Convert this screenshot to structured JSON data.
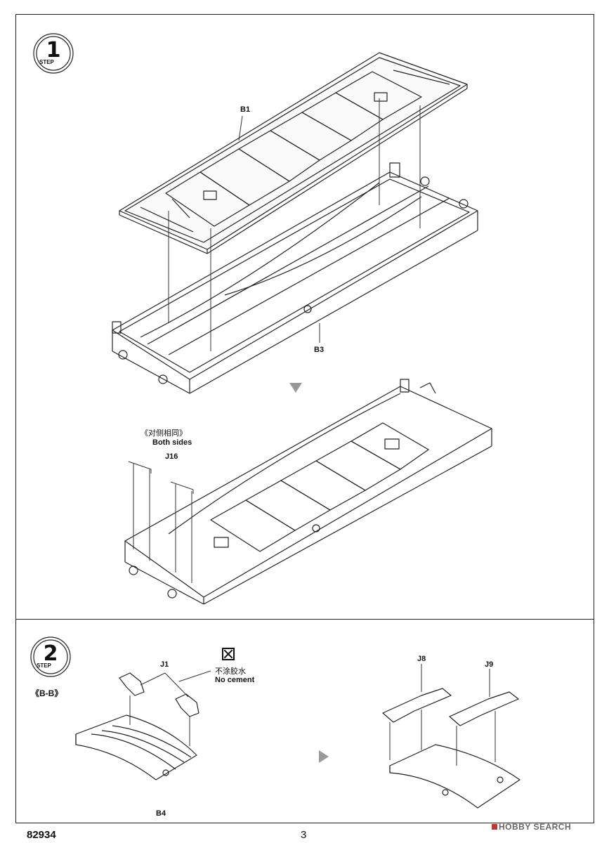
{
  "page": {
    "code": "82934",
    "number": "3"
  },
  "step1": {
    "number": "1",
    "word": "STEP",
    "parts": {
      "b1": "B1",
      "b3": "B3",
      "j16": "J16"
    },
    "both_sides_cn": "《对侧相同》",
    "both_sides_en": "Both sides"
  },
  "step2": {
    "number": "2",
    "word": "STEP",
    "view_label": "《B-B》",
    "parts": {
      "j1": "J1",
      "b4": "B4",
      "j8": "J8",
      "j9": "J9"
    },
    "no_cement_cn": "不涂胶水",
    "no_cement_en": "No cement"
  },
  "watermark": "HOBBY SEARCH",
  "colors": {
    "line": "#222222",
    "arrow": "#999999",
    "watermark_accent": "#c0392b"
  }
}
